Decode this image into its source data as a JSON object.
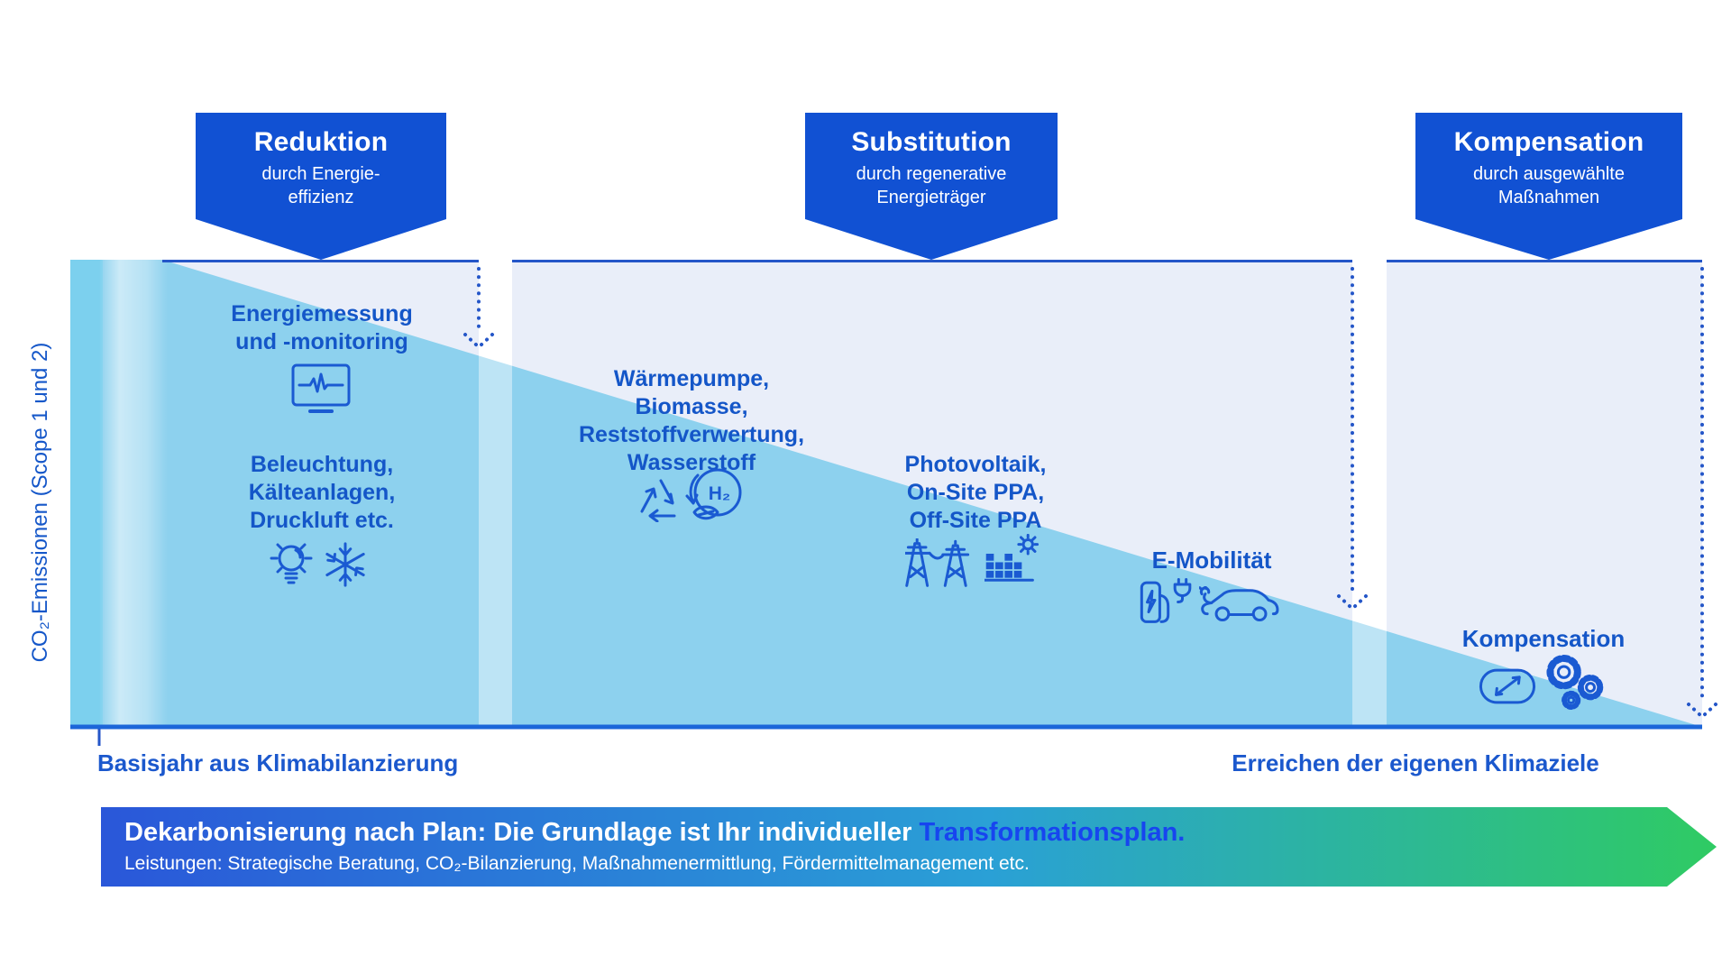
{
  "y_axis": {
    "label": "CO₂-Emissionen (Scope 1 und 2)"
  },
  "x_axis": {
    "left_label": "Basisjahr aus Klimabilanzierung",
    "right_label": "Erreichen der eigenen Klimaziele"
  },
  "phases": [
    {
      "title": "Reduktion",
      "subtitle": "durch Energie-\neffizienz"
    },
    {
      "title": "Substitution",
      "subtitle": "durch regenerative\nEnergieträger"
    },
    {
      "title": "Kompensation",
      "subtitle": "durch ausgewählte\nMaßnahmen"
    }
  ],
  "measures": [
    {
      "label": "Energiemessung\nund -monitoring",
      "icons": [
        "monitor-icon"
      ]
    },
    {
      "label": "Beleuchtung,\nKälteanlagen,\nDruckluft etc.",
      "icons": [
        "lightbulb-icon",
        "snowflake-icon"
      ]
    },
    {
      "label": "Wärmepumpe,\nBiomasse,\nReststoffverwertung,\nWasserstoff",
      "icons": [
        "recycle-icon",
        "hydrogen-icon"
      ],
      "icon_text": "H₂"
    },
    {
      "label": "Photovoltaik,\nOn-Site PPA,\nOff-Site PPA",
      "icons": [
        "power-pylons-icon",
        "solar-panel-icon"
      ]
    },
    {
      "label": "E-Mobilität",
      "icons": [
        "ev-charger-icon",
        "plug-icon",
        "electric-car-icon"
      ]
    },
    {
      "label": "Kompensation",
      "icons": [
        "offset-loop-icon",
        "gears-icon"
      ]
    }
  ],
  "footer": {
    "title": "Dekarbonisierung nach Plan: Die Grundlage ist Ihr individueller ",
    "highlight": "Transformationsplan.",
    "subtitle": "Leistungen: Strategische Beratung, CO₂-Bilanzierung, Maßnahmenermittlung, Fördermittelmanagement etc."
  },
  "colors": {
    "banner_blue": "#1151d3",
    "text_blue": "#1456c8",
    "wedge_cyan": "#8dd1ee",
    "panel_light": "#e9eef9",
    "axis_blue": "#1c66d9",
    "arrow_blue": "#2456c8",
    "footer_gradient_start": "#2a57d9",
    "footer_gradient_end": "#2fcb63",
    "footer_highlight": "#1745ef"
  }
}
